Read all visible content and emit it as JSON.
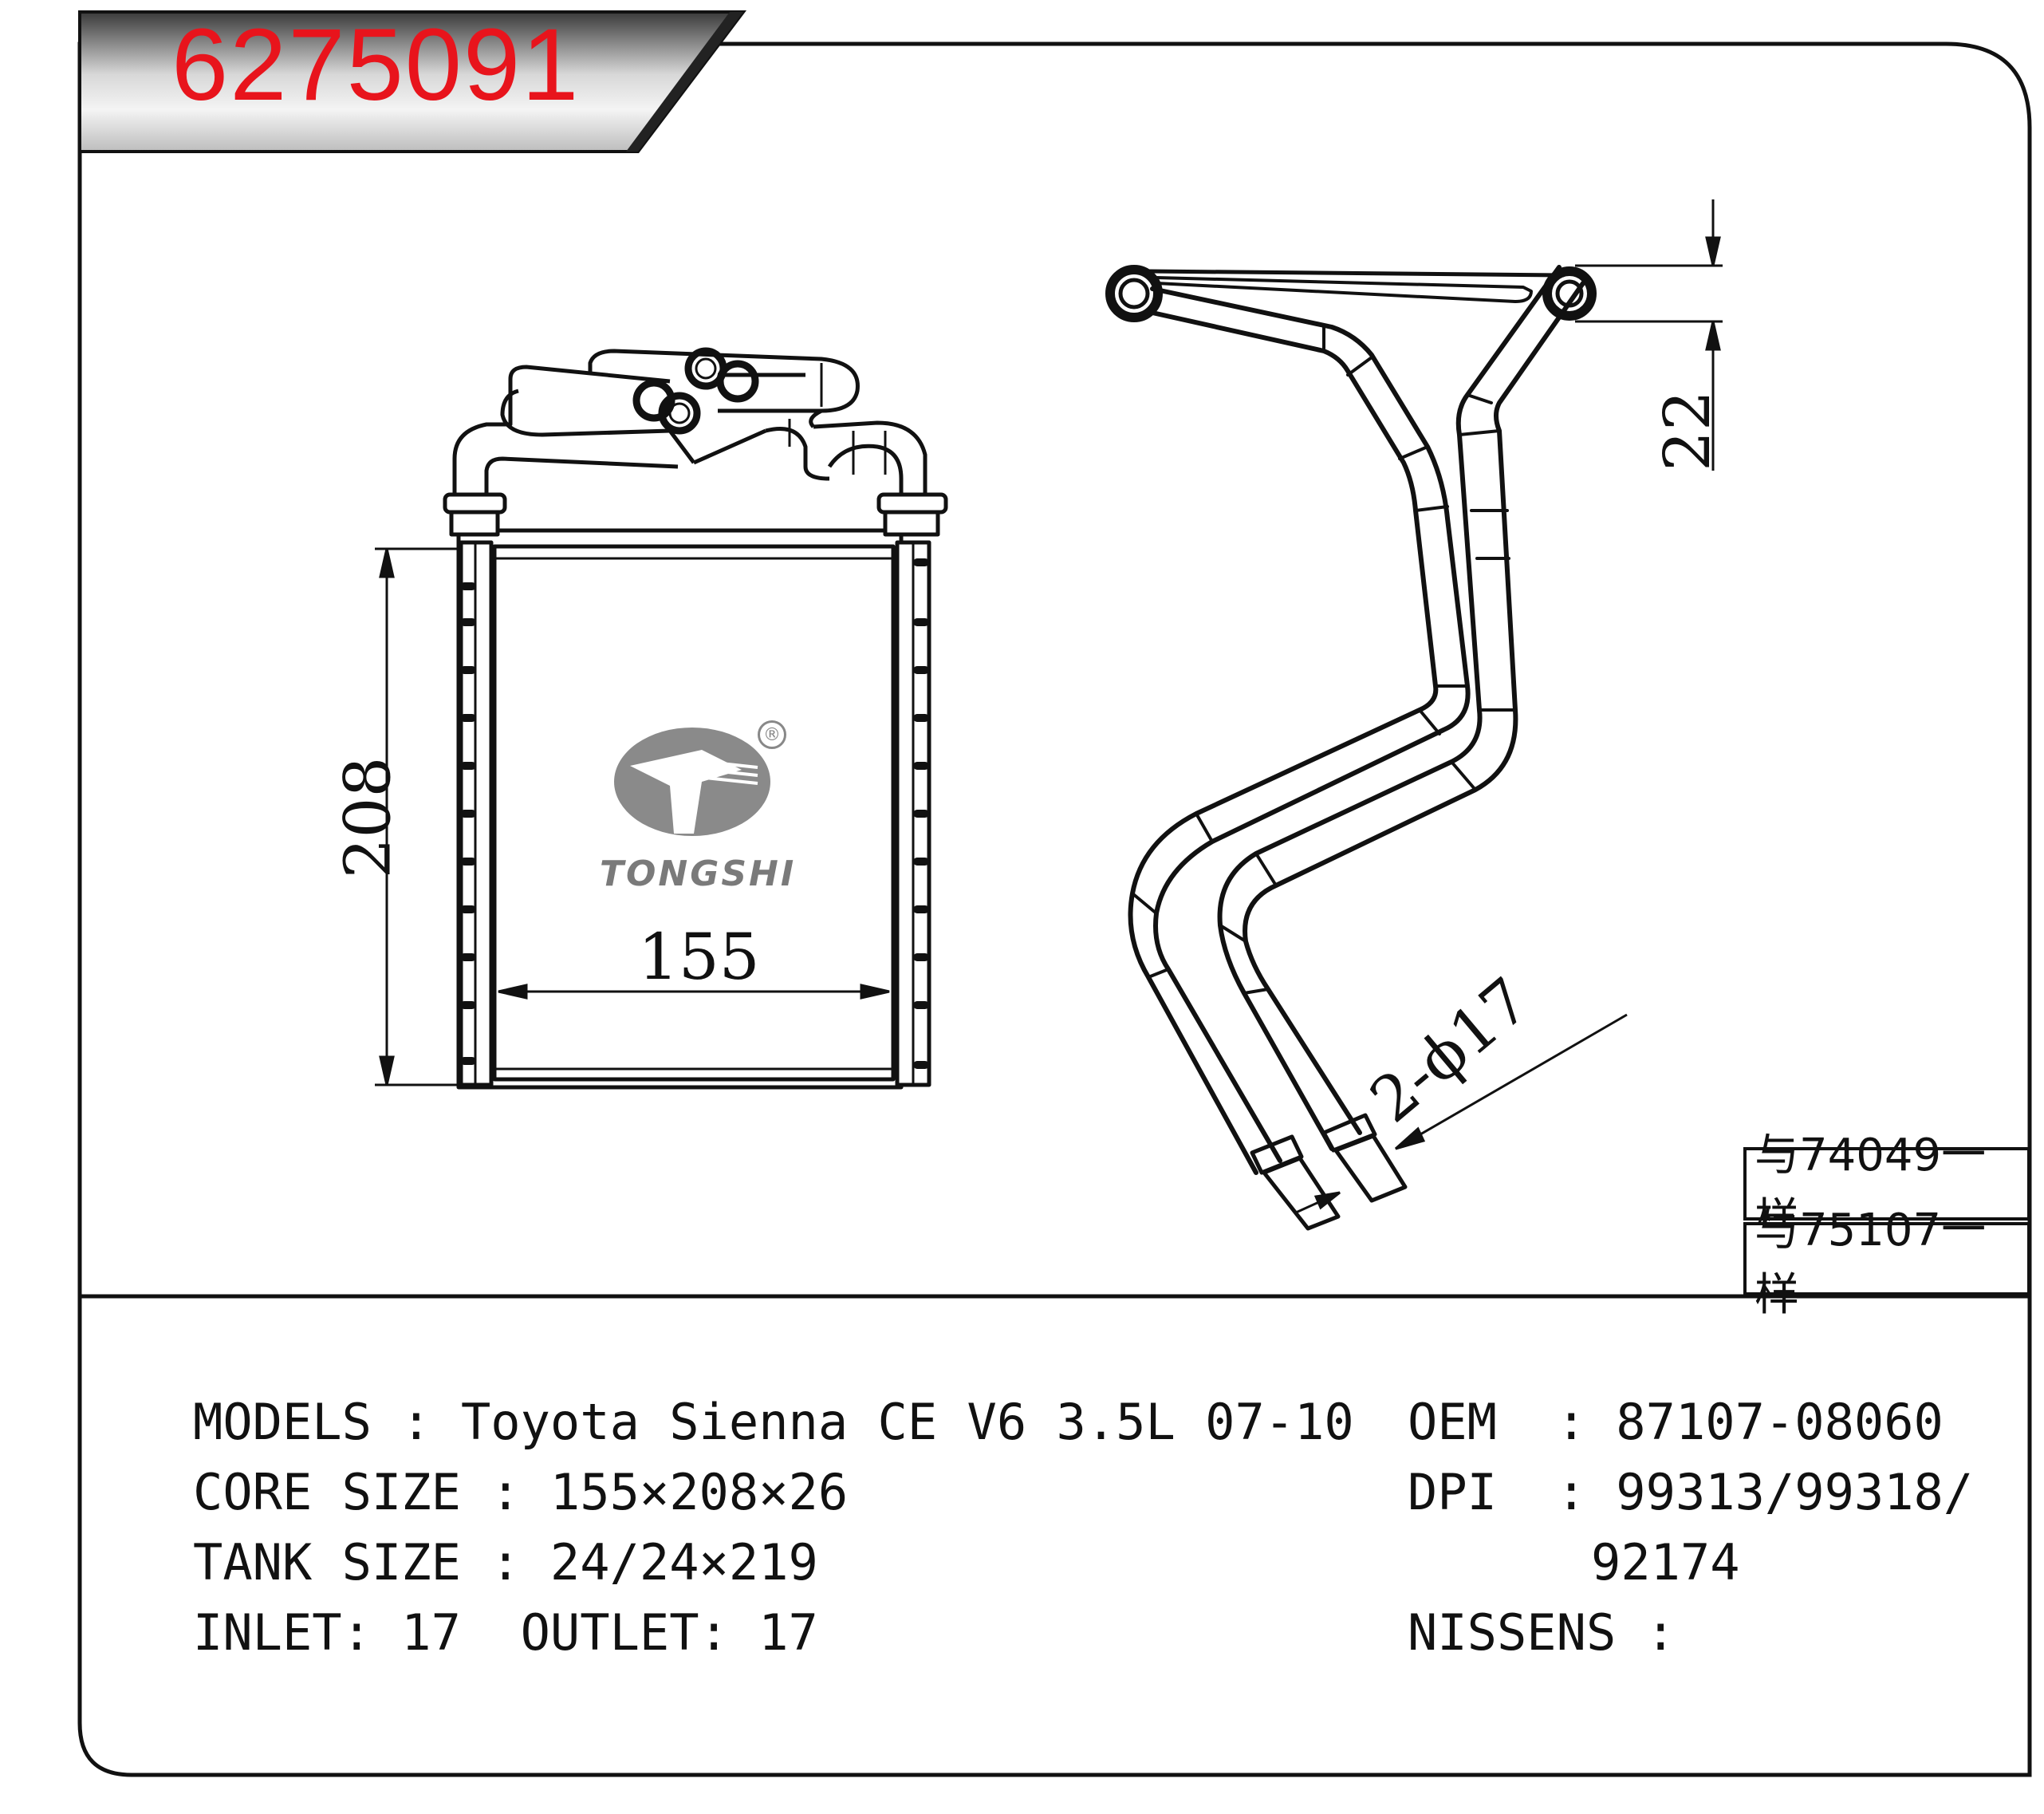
{
  "header": {
    "part_number": "6275091"
  },
  "drawing": {
    "width_dim": "155",
    "height_dim": "208",
    "offset_dim": "22",
    "pipe_dim": "2-ϕ17",
    "brand_logo": "TONGSHI",
    "registered_mark": "®"
  },
  "cross_references": [
    "与74049一样",
    "与75107一样"
  ],
  "specs": {
    "models": "MODELS : Toyota Sienna CE V6 3.5L 07-10",
    "core_size": "CORE SIZE : 155×208×26",
    "tank_size": "TANK SIZE : 24/24×219",
    "inlet_outlet": "INLET: 17  OUTLET: 17",
    "oem": "OEM  : 87107-08060",
    "dpi_line1": "DPI  : 99313/99318/",
    "dpi_line2": "92174",
    "nissens": "NISSENS :"
  },
  "colors": {
    "part_number": "#e8141c",
    "logo": "#8a8a8a",
    "frame": "#111111"
  }
}
